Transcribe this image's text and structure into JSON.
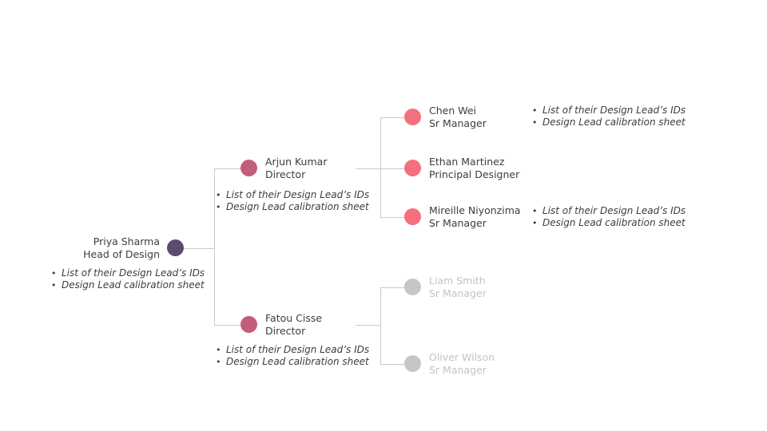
{
  "diagram": {
    "type": "org-chart",
    "root": {
      "name": "Priya Sharma",
      "title": "Head of Design"
    },
    "directors": [
      {
        "name": "Arjun Kumar",
        "title": "Director"
      },
      {
        "name": "Fatou Cisse",
        "title": "Director"
      }
    ],
    "leads": [
      {
        "name": "Chen Wei",
        "title": "Sr Manager",
        "state": "active"
      },
      {
        "name": "Ethan Martinez",
        "title": "Principal Designer",
        "state": "active"
      },
      {
        "name": "Mireille Niyonzima",
        "title": "Sr Manager",
        "state": "active"
      },
      {
        "name": "Liam Smith",
        "title": "Sr Manager",
        "state": "inactive"
      },
      {
        "name": "Oliver Wilson",
        "title": "Sr Manager",
        "state": "inactive"
      }
    ],
    "notes": {
      "items": [
        "List of their Design Lead’s IDs",
        "Design Lead calibration sheet"
      ]
    },
    "colors": {
      "root_node": "#5d4a70",
      "director_node": "#c35d7b",
      "lead_node": "#f4707e",
      "inactive_node": "#c6c6c6",
      "connector": "#c9c9c9",
      "text": "#3d3d3d",
      "inactive_text": "#c3c3c3",
      "background": "#ffffff"
    }
  }
}
